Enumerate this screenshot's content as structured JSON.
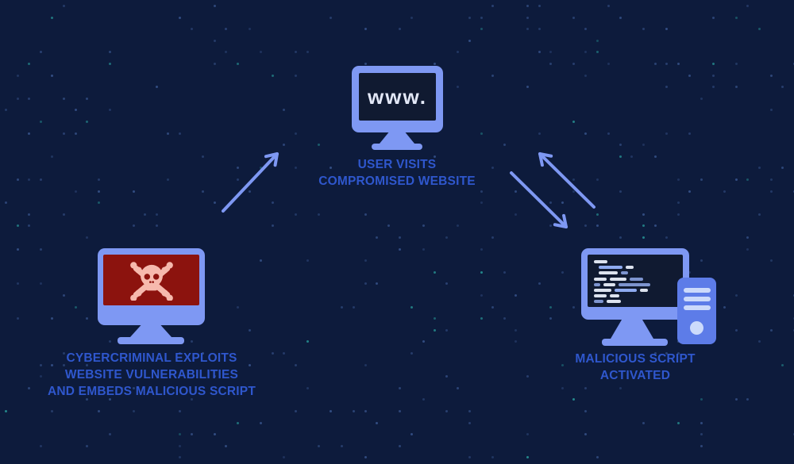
{
  "diagram": {
    "type": "attack-flow",
    "nodes": {
      "compromised_website": {
        "icon": "website-monitor-icon",
        "screen_text": "www.",
        "label_lines": [
          "USER VISITS",
          "COMPROMISED WEBSITE"
        ]
      },
      "cybercriminal": {
        "icon": "skull-crossbones-monitor-icon",
        "label_lines": [
          "CYBERCRIMINAL EXPLOITS",
          "WEBSITE VULNERABILITIES",
          "AND EMBEDS MALICIOUS SCRIPT"
        ]
      },
      "malicious_script": {
        "icon": "code-desktop-computer-icon",
        "label_lines": [
          "MALICIOUS SCRIPT",
          "ACTIVATED"
        ]
      }
    },
    "edges": [
      {
        "from": "cybercriminal",
        "to": "compromised_website",
        "style": "single-arrow-up-right"
      },
      {
        "from": "malicious_script",
        "to": "compromised_website",
        "style": "arrow-up-left"
      },
      {
        "from": "compromised_website",
        "to": "malicious_script",
        "style": "arrow-down-right"
      }
    ],
    "code_lines": [
      {
        "i": 0,
        "segments": [
          {
            "w": 17,
            "c": "w"
          }
        ]
      },
      {
        "i": 6,
        "segments": [
          {
            "w": 30,
            "c": "b2"
          },
          {
            "w": 10,
            "c": "w"
          }
        ]
      },
      {
        "i": 6,
        "segments": [
          {
            "w": 24,
            "c": "w"
          },
          {
            "w": 9,
            "c": "b"
          }
        ]
      },
      {
        "i": 0,
        "segments": [
          {
            "w": 16,
            "c": "w"
          },
          {
            "w": 21,
            "c": "w"
          },
          {
            "w": 17,
            "c": "b"
          }
        ]
      },
      {
        "i": 0,
        "segments": [
          {
            "w": 8,
            "c": "b"
          },
          {
            "w": 15,
            "c": "w"
          },
          {
            "w": 40,
            "c": "b"
          }
        ]
      },
      {
        "i": 0,
        "segments": [
          {
            "w": 22,
            "c": "w"
          },
          {
            "w": 28,
            "c": "b2"
          },
          {
            "w": 10,
            "c": "w"
          }
        ]
      },
      {
        "i": 0,
        "segments": [
          {
            "w": 16,
            "c": "w"
          },
          {
            "w": 12,
            "c": "w"
          }
        ]
      },
      {
        "i": 0,
        "segments": [
          {
            "w": 12,
            "c": "b"
          },
          {
            "w": 18,
            "c": "w"
          }
        ]
      }
    ],
    "colors": {
      "background": "#0D1B3C",
      "device_accent": "#7E98F3",
      "screen_dark": "#101A31",
      "label_text": "#2F57CD",
      "screen_text": "#E3E8F7",
      "danger_screen": "#8C130E",
      "skull_pink": "#F6B9AD",
      "tower_blue": "#5D7CE8",
      "dot_blue": "#3C5A94",
      "dot_teal": "#2AA3A0"
    }
  }
}
